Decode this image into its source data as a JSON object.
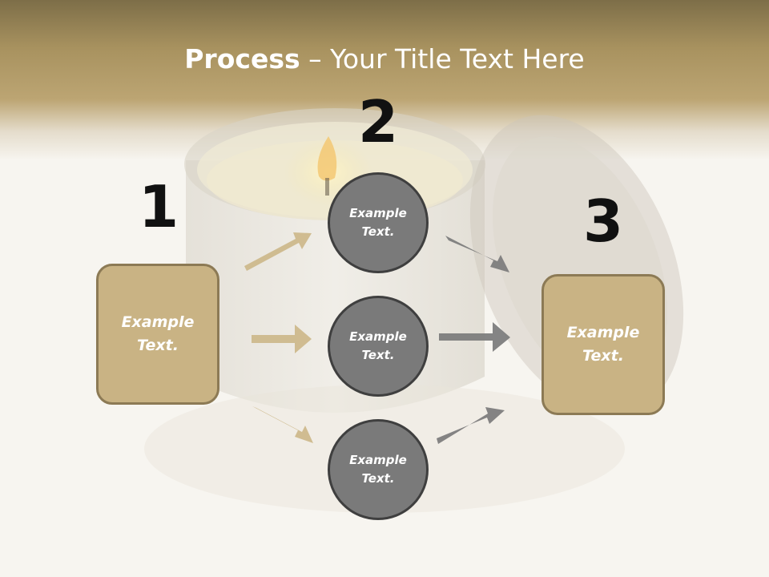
{
  "title": {
    "bold": "Process",
    "rest": " – Your Title Text Here"
  },
  "steps": {
    "one": "1",
    "two": "2",
    "three": "3"
  },
  "left_box": {
    "text": "Example Text."
  },
  "right_box": {
    "text": "Example Text."
  },
  "circles": [
    {
      "text": "Example Text."
    },
    {
      "text": "Example Text."
    },
    {
      "text": "Example Text."
    }
  ],
  "colors": {
    "box_fill": "#c9b384",
    "box_border": "#8c7a55",
    "circle_fill": "#7a7a7a",
    "circle_border": "#3f3f3f",
    "tan_arrow": "#cdb98c",
    "gray_arrow": "#7d7d7d",
    "header": "#a8925f"
  }
}
